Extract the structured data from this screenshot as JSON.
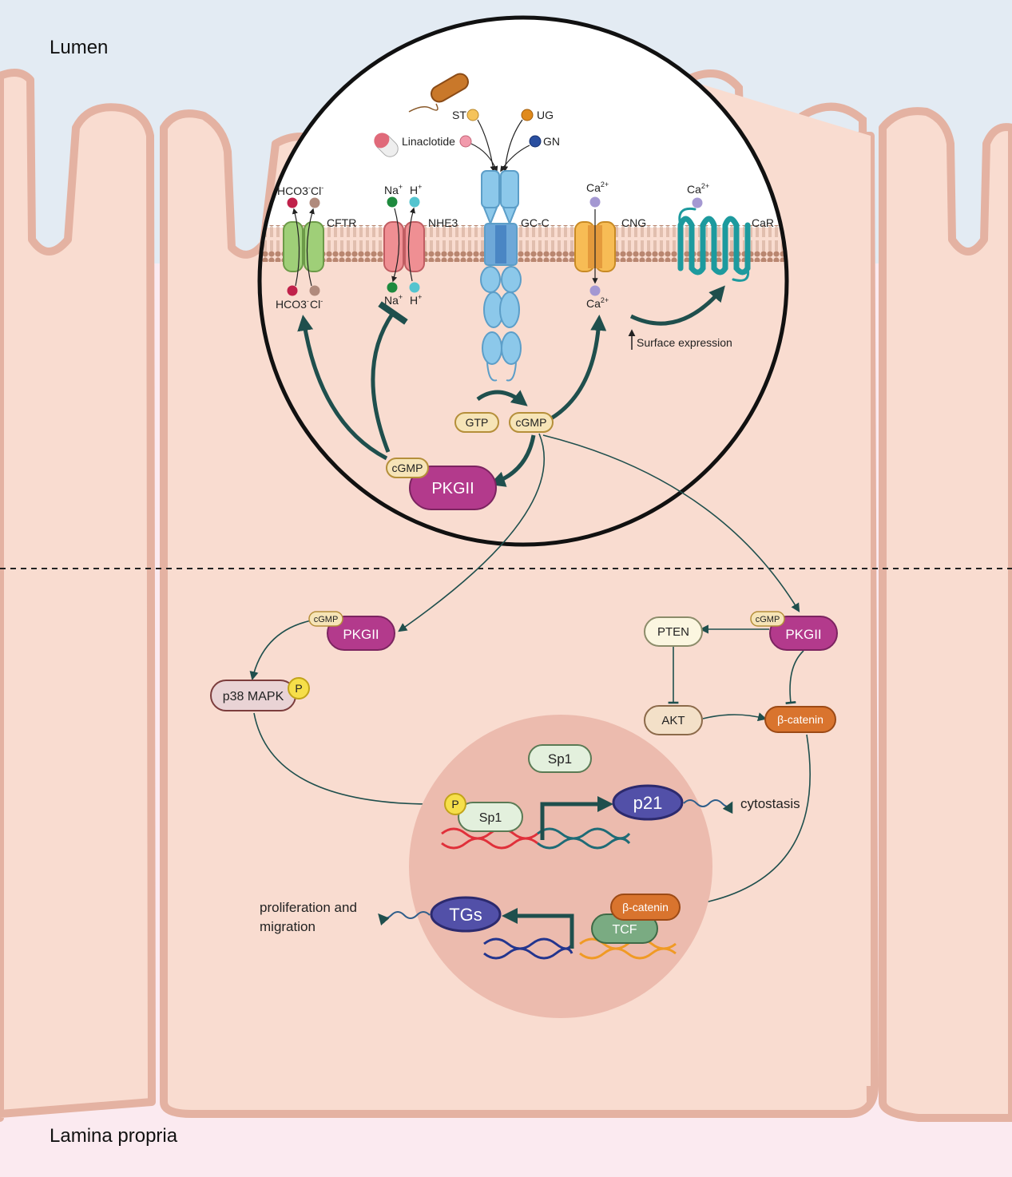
{
  "regions": {
    "lumen": "Lumen",
    "lamina_propria": "Lamina propria"
  },
  "ligands": {
    "st": "ST",
    "ug": "UG",
    "gn": "GN",
    "linaclotide": "Linaclotide"
  },
  "channels": {
    "cftr": "CFTR",
    "nhe3": "NHE3",
    "gcc": "GC-C",
    "cng": "CNG",
    "car": "CaR"
  },
  "ions": {
    "hco3": "HCO3",
    "hco3_sup": "-",
    "cl": "Cl",
    "cl_sup": "-",
    "na": "Na",
    "h": "H",
    "plus": "+",
    "ca": "Ca",
    "ca_sup": "2+"
  },
  "annotations": {
    "surface_expression": "Surface expression",
    "cytostasis": "cytostasis",
    "prolif_line1": "proliferation and",
    "prolif_line2": "migration"
  },
  "nodes": {
    "gtp": "GTP",
    "cgmp": "cGMP",
    "pkgii": "PKGII",
    "p38": "p38 MAPK",
    "p": "P",
    "pten": "PTEN",
    "akt": "AKT",
    "beta_catenin": "β-catenin",
    "sp1": "Sp1",
    "p21": "p21",
    "tgs": "TGs",
    "tcf": "TCF"
  },
  "colors": {
    "lumen": "#e3ebf3",
    "cell": "#f9dcd0",
    "cell_border": "#e4b2a2",
    "nucleus": "#ecbbae",
    "pkgii": "#b33a8c",
    "arrow": "#1f4f4d",
    "orange": "#d9742e",
    "purple": "#5250a8",
    "tcf": "#7aab82"
  }
}
